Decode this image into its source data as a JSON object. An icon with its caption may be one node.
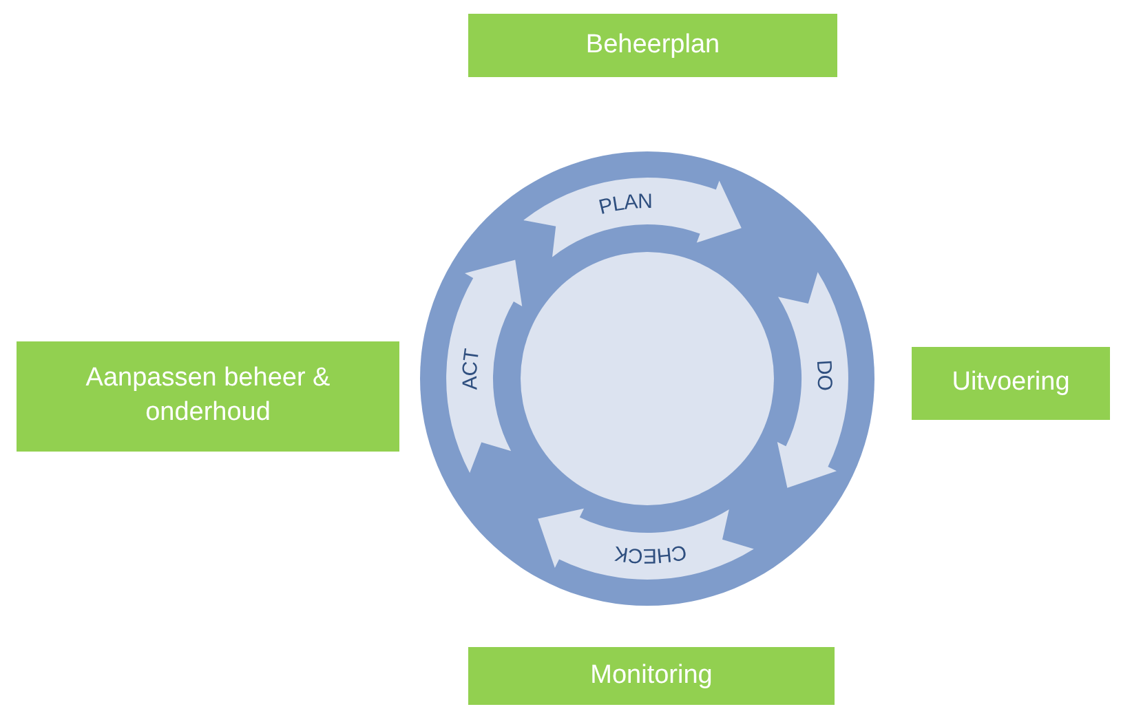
{
  "diagram": {
    "nodes": [
      {
        "text": [
          "Beheerplan"
        ]
      },
      {
        "text": [
          "Aanpassen beheer & onderhoud"
        ]
      },
      {
        "text": [
          "Uitvoering"
        ]
      },
      {
        "text": [
          "Monitoring"
        ]
      },
      {
        "text": [],
        "shape": "circle"
      },
      {
        "text": [
          "PLAN"
        ],
        "in": 4
      },
      {
        "text": [
          "ACT"
        ],
        "in": 4
      },
      {
        "text": [],
        "shape": "circle",
        "in": 4
      },
      {
        "text": [
          "DO"
        ],
        "in": 4
      },
      {
        "text": [
          "CHECK"
        ],
        "in": 4
      }
    ],
    "edges": []
  }
}
